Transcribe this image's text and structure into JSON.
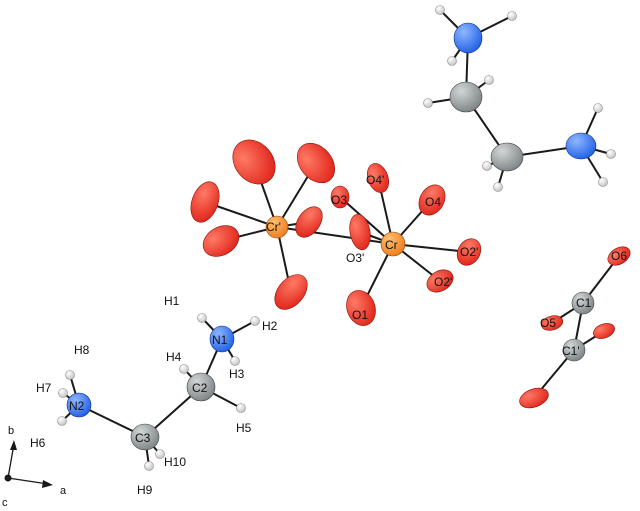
{
  "colors": {
    "oxygen": "#e0261b",
    "oxygen_highlight": "#ff7a66",
    "chromium": "#ee7b1c",
    "chromium_highlight": "#ffc070",
    "nitrogen": "#1f5fe6",
    "nitrogen_highlight": "#8fb7ff",
    "carbon": "#7c8384",
    "carbon_highlight": "#d2d6d6",
    "hydrogen": "#f4f4f4",
    "bond": "#1a1a1a",
    "label": "#111111"
  },
  "atom_labels": {
    "cr_prime": "Cr'",
    "cr": "Cr",
    "o3": "O3",
    "o4_prime": "O4'",
    "o4": "O4",
    "o3_prime": "O3'",
    "o2_prime_right": "O2'",
    "o2_prime_lower": "O2'",
    "o1": "O1",
    "o6": "O6",
    "c1": "C1",
    "o5": "O5",
    "c1_prime": "C1'",
    "h1": "H1",
    "h2": "H2",
    "n1": "N1",
    "h3": "H3",
    "h4": "H4",
    "c2": "C2",
    "h5": "H5",
    "h8": "H8",
    "h7": "H7",
    "n2": "N2",
    "h6": "H6",
    "c3": "C3",
    "h10": "H10",
    "h9": "H9"
  },
  "axes": {
    "b": "b",
    "a": "a",
    "c": "c"
  }
}
